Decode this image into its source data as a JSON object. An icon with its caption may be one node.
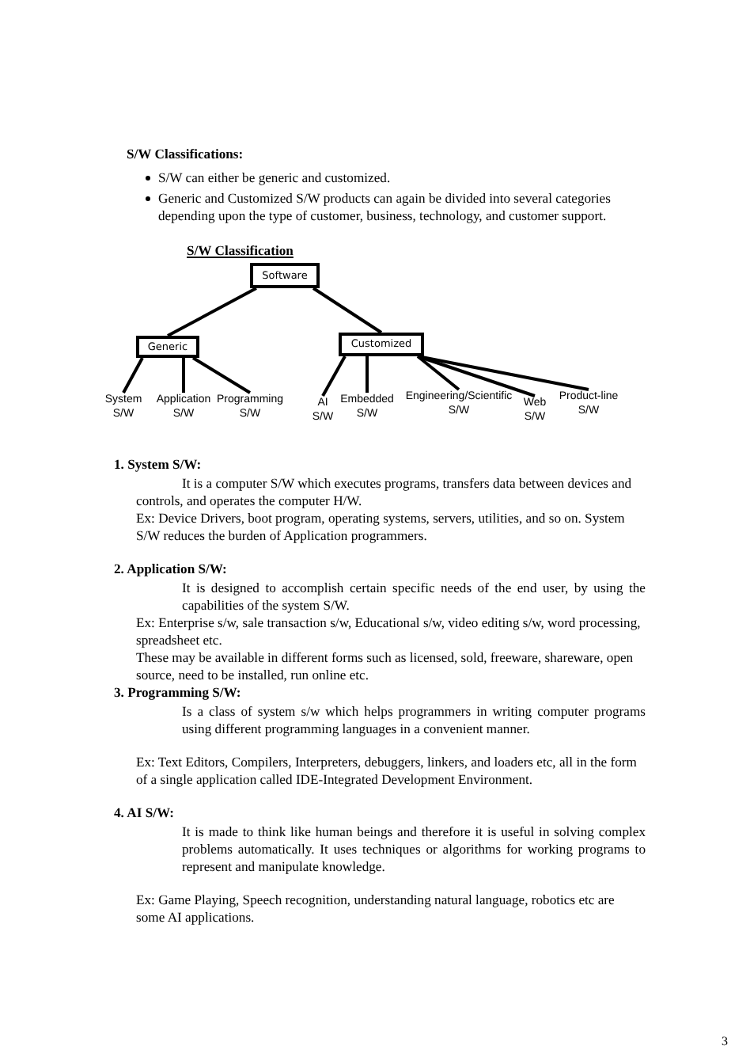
{
  "diagram": {
    "title": "S/W Classification",
    "nodes": [
      {
        "text": [
          "Software"
        ]
      },
      {
        "text": [
          "Generic"
        ]
      },
      {
        "text": [
          "Customized"
        ]
      },
      {
        "text": [
          "System S/W"
        ]
      },
      {
        "text": [
          "Application S/W"
        ]
      },
      {
        "text": [
          "Programming S/W"
        ]
      },
      {
        "text": [
          "AI S/W"
        ]
      },
      {
        "text": [
          "Embedded S/W"
        ]
      },
      {
        "text": [
          "Engineering/Scientific S/W"
        ]
      },
      {
        "text": [
          "Web S/W"
        ]
      },
      {
        "text": [
          "Product-line S/W"
        ]
      }
    ],
    "edges": [
      {
        "from": 0,
        "to": 1,
        "arrow": "none"
      },
      {
        "from": 0,
        "to": 2,
        "arrow": "none"
      },
      {
        "from": 1,
        "to": 3,
        "arrow": "none"
      },
      {
        "from": 1,
        "to": 4,
        "arrow": "none"
      },
      {
        "from": 1,
        "to": 5,
        "arrow": "none"
      },
      {
        "from": 2,
        "to": 6,
        "arrow": "none"
      },
      {
        "from": 2,
        "to": 7,
        "arrow": "none"
      },
      {
        "from": 2,
        "to": 8,
        "arrow": "none"
      },
      {
        "from": 2,
        "to": 9,
        "arrow": "none"
      },
      {
        "from": 2,
        "to": 10,
        "arrow": "none"
      }
    ],
    "labels": [
      "S/W Classifications:",
      "S/W can either be generic and customized.",
      "Generic and Customized S/W products can again be divided into several categories depending upon the type of customer, business, technology, and customer support.",
      "1. System S/W:",
      "It is a computer S/W which executes programs, transfers data between devices and controls, and operates the computer H/W.",
      "Ex: Device Drivers, boot program, operating systems, servers, utilities, and so on. System S/W reduces the burden of Application programmers.",
      "2. Application S/W:",
      "It is designed to accomplish certain specific needs of the end user, by using the capabilities of the system S/W.",
      "Ex: Enterprise s/w, sale transaction s/w, Educational s/w, video editing s/w, word processing, spreadsheet etc.",
      "These may be available in different forms such as licensed, sold, freeware, shareware, open source, need to be installed, run online etc.",
      "3. Programming S/W:",
      "Is a class of system s/w which helps programmers in writing computer programs using different programming languages in a convenient manner.",
      "Ex: Text Editors, Compilers, Interpreters, debuggers, linkers, and loaders etc, all in the form of a single application called IDE-Integrated Development Environment.",
      "4. AI S/W:",
      "It is made to think like human beings and therefore it is useful in solving complex problems automatically. It uses techniques or algorithms for working programs to represent and manipulate knowledge.",
      "Ex: Game Playing, Speech recognition, understanding natural language, robotics etc are some AI applications.",
      "3"
    ]
  }
}
